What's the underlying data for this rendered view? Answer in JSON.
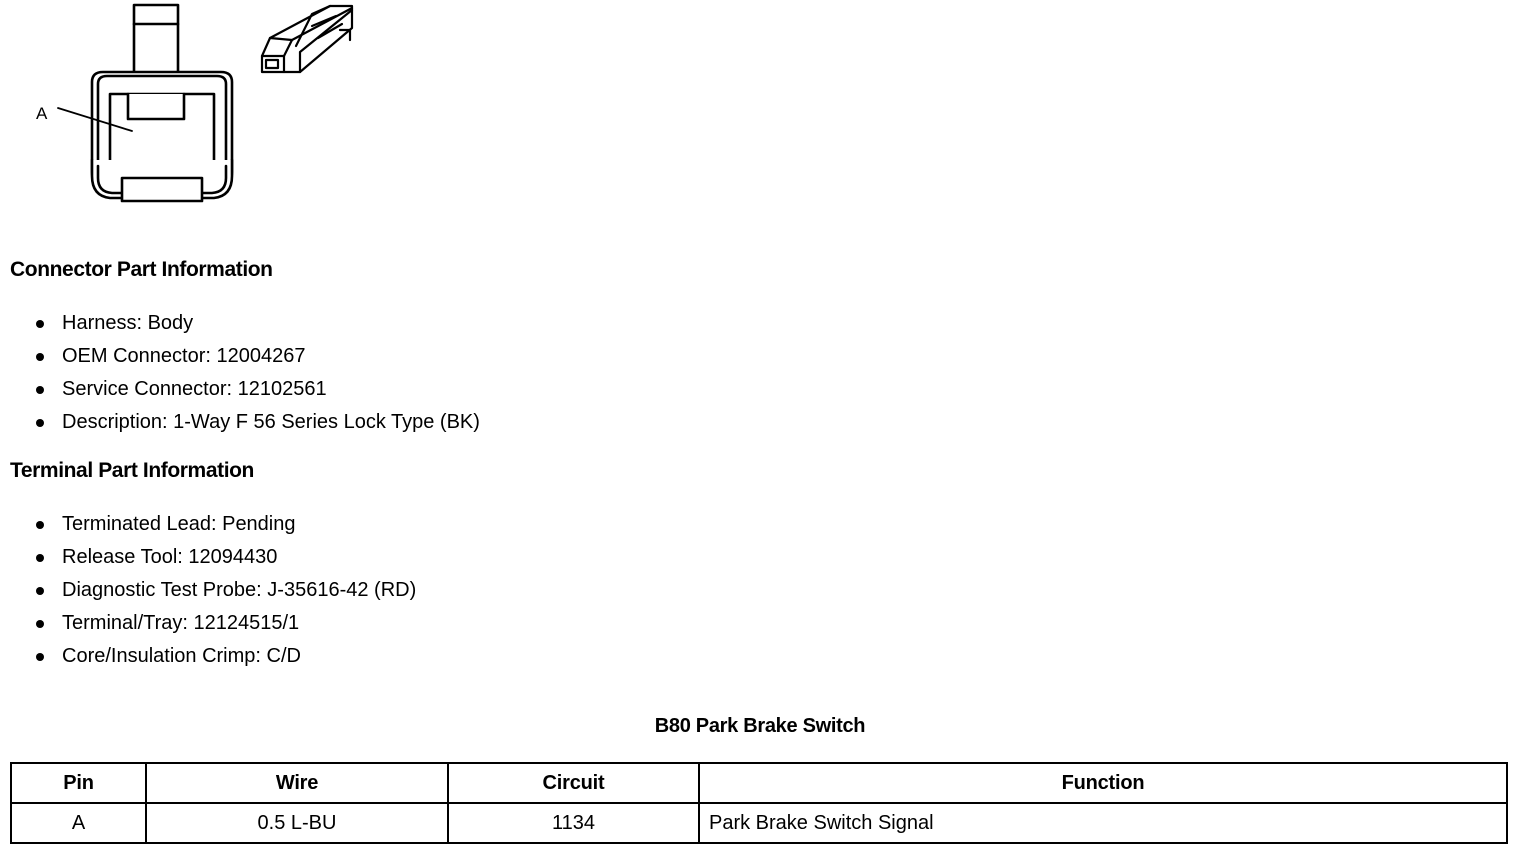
{
  "illustration": {
    "callout_label": "A",
    "connector_view_name": "connector-face-view",
    "terminal_view_name": "terminal-isometric-view"
  },
  "connector_part_information": {
    "heading": "Connector Part Information",
    "items": [
      "Harness: Body",
      "OEM Connector: 12004267",
      "Service Connector: 12102561",
      "Description: 1-Way F 56 Series Lock Type (BK)"
    ]
  },
  "terminal_part_information": {
    "heading": "Terminal Part Information",
    "items": [
      "Terminated Lead: Pending",
      "Release Tool: 12094430",
      "Diagnostic Test Probe: J-35616-42 (RD)",
      "Terminal/Tray: 12124515/1",
      "Core/Insulation Crimp: C/D"
    ]
  },
  "pin_table": {
    "title": "B80 Park Brake Switch",
    "columns": [
      "Pin",
      "Wire",
      "Circuit",
      "Function"
    ],
    "rows": [
      {
        "pin": "A",
        "wire": "0.5 L-BU",
        "circuit": "1134",
        "function": "Park Brake Switch Signal"
      }
    ]
  }
}
